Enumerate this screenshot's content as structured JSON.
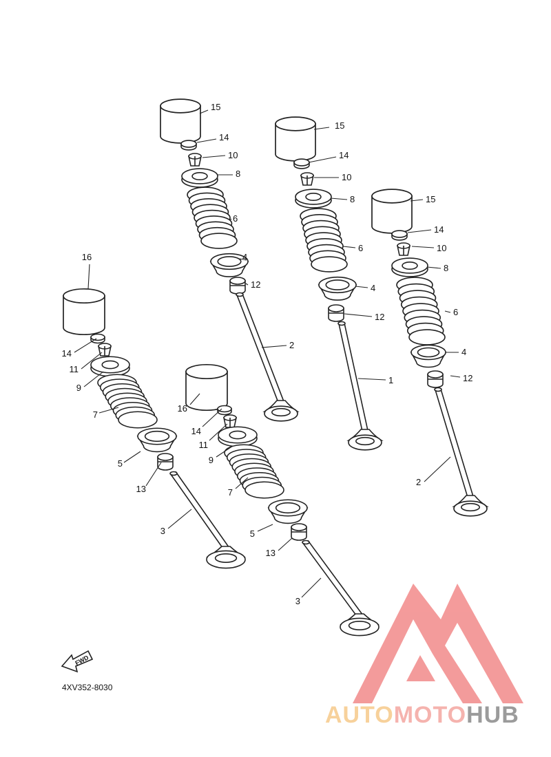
{
  "diagram": {
    "drawing_code": "4XV352-8030",
    "direction_label": "FWD",
    "callouts": [
      "15",
      "14",
      "10",
      "8",
      "6",
      "4",
      "12",
      "2",
      "15",
      "14",
      "10",
      "8",
      "6",
      "4",
      "12",
      "1",
      "15",
      "14",
      "10",
      "8",
      "6",
      "4",
      "12",
      "2",
      "16",
      "14",
      "11",
      "9",
      "7",
      "5",
      "13",
      "3",
      "16",
      "14",
      "11",
      "9",
      "7",
      "5",
      "13",
      "3"
    ]
  },
  "watermark": {
    "brand_parts": [
      "AUTO",
      "MOTO",
      "HUB"
    ],
    "colors": {
      "auto": "#f6c98a",
      "moto": "#f4a6a0",
      "hub": "#8a8a8a",
      "logo": "#f28a8a"
    }
  }
}
